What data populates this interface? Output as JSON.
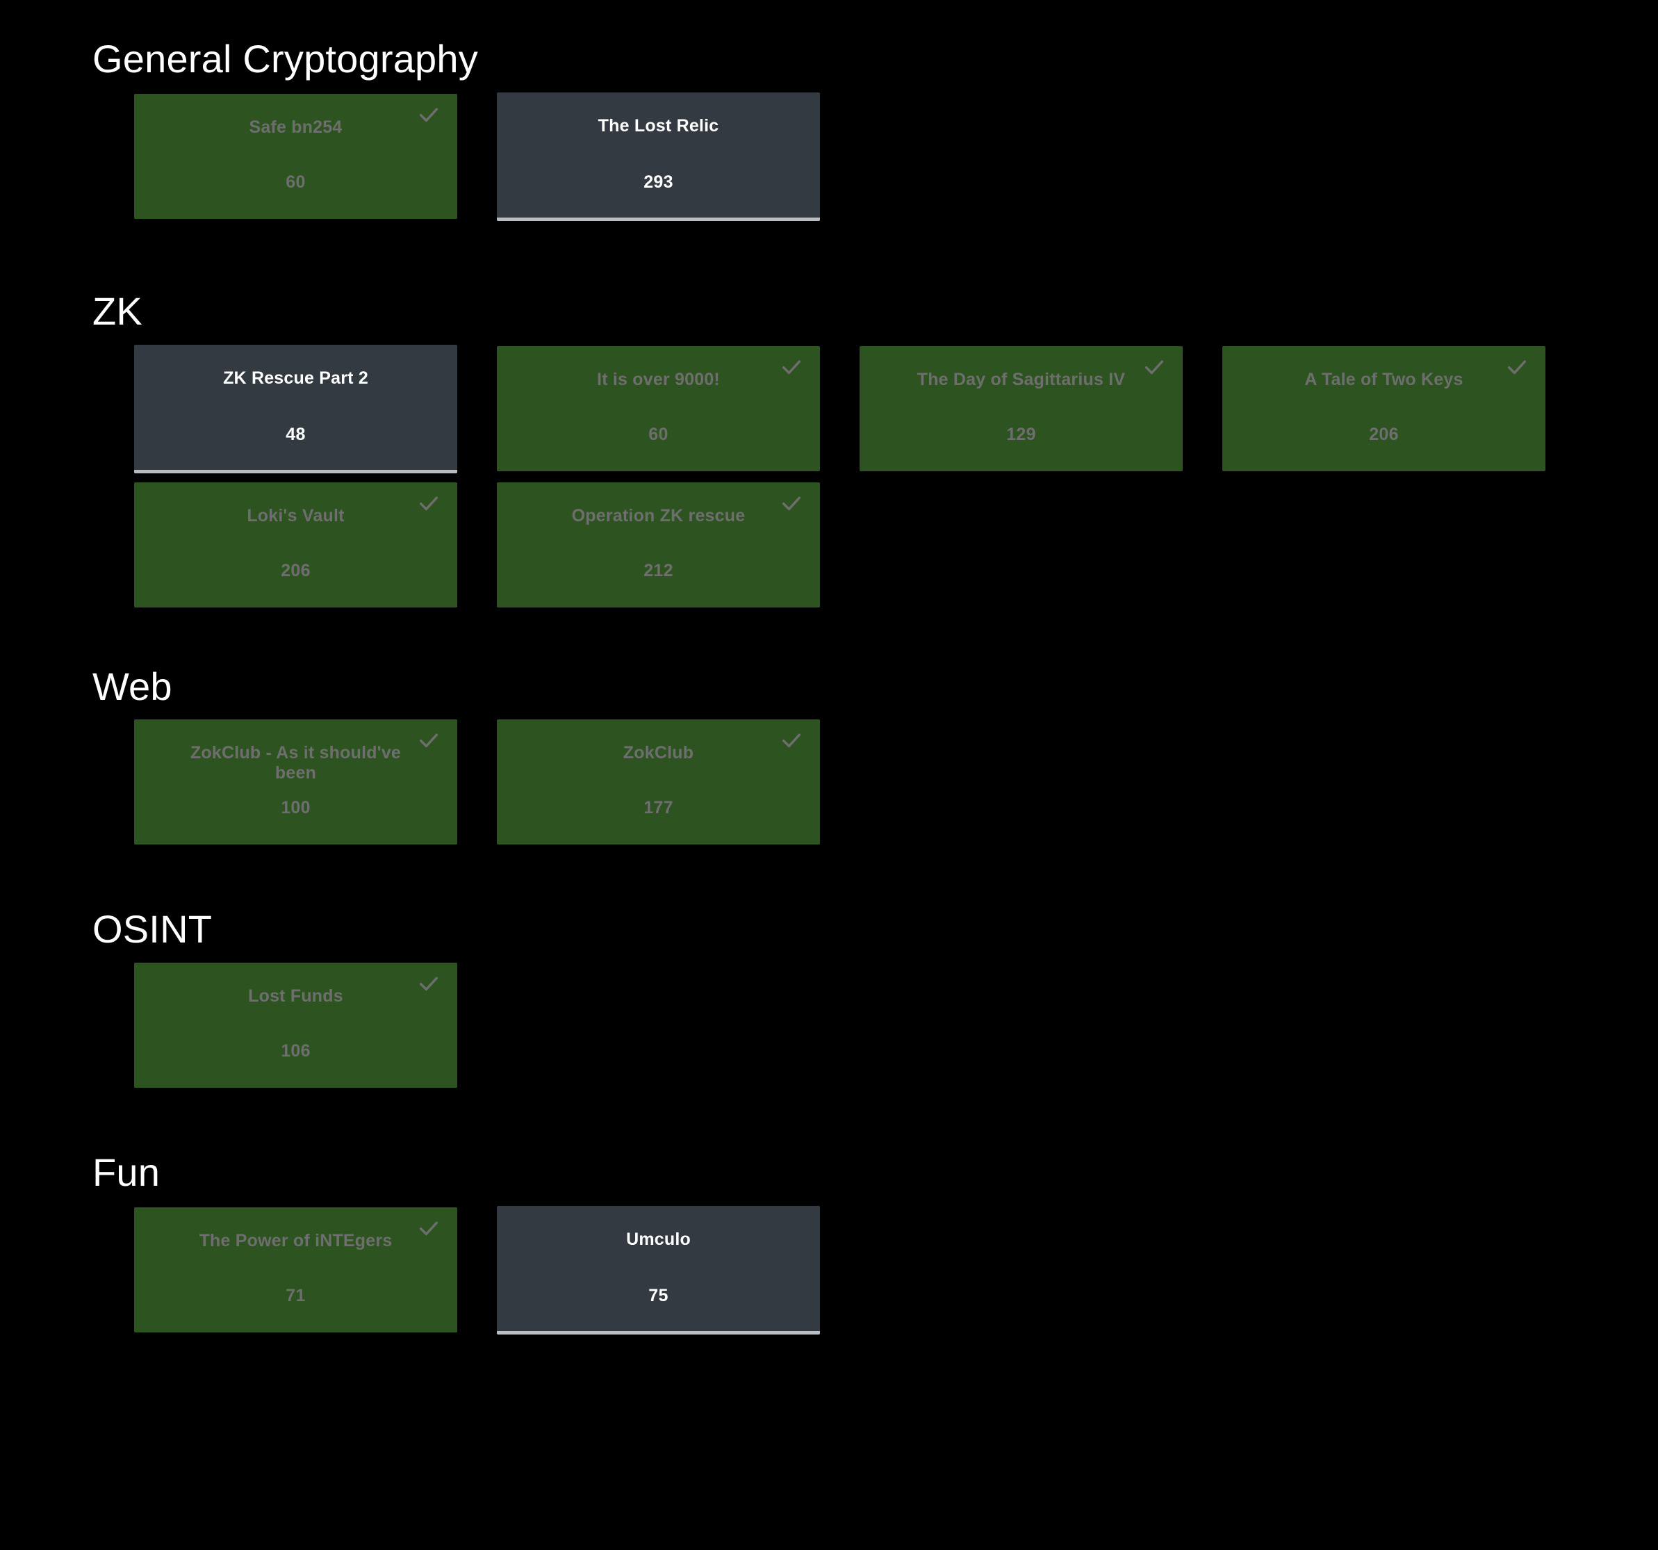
{
  "page": {
    "background": "#000000",
    "solved_color": "#2D5420",
    "unsolved_color": "#343A42",
    "solved_text_color": "#6e6e6e",
    "unsolved_text_color": "#ffffff",
    "heading_color": "#ffffff",
    "check_icon_color": "#6e6e6e"
  },
  "categories": [
    {
      "name": "General Cryptography",
      "challenges": [
        {
          "title": "Safe bn254",
          "points": "60",
          "solved": true,
          "icon": "check-icon"
        },
        {
          "title": "The Lost Relic",
          "points": "293",
          "solved": false,
          "icon": ""
        }
      ]
    },
    {
      "name": "ZK",
      "challenges": [
        {
          "title": "ZK Rescue Part 2",
          "points": "48",
          "solved": false,
          "icon": ""
        },
        {
          "title": "It is over 9000!",
          "points": "60",
          "solved": true,
          "icon": "check-icon"
        },
        {
          "title": "The Day of Sagittarius IV",
          "points": "129",
          "solved": true,
          "icon": "check-icon"
        },
        {
          "title": "A Tale of Two Keys",
          "points": "206",
          "solved": true,
          "icon": "check-icon"
        },
        {
          "title": "Loki's Vault",
          "points": "206",
          "solved": true,
          "icon": "check-icon"
        },
        {
          "title": "Operation ZK rescue",
          "points": "212",
          "solved": true,
          "icon": "check-icon"
        }
      ]
    },
    {
      "name": "Web",
      "challenges": [
        {
          "title": "ZokClub - As it should've been",
          "points": "100",
          "solved": true,
          "icon": "check-icon"
        },
        {
          "title": "ZokClub",
          "points": "177",
          "solved": true,
          "icon": "check-icon"
        }
      ]
    },
    {
      "name": "OSINT",
      "challenges": [
        {
          "title": "Lost Funds",
          "points": "106",
          "solved": true,
          "icon": "check-icon"
        }
      ]
    },
    {
      "name": "Fun",
      "challenges": [
        {
          "title": "The Power of iNTEgers",
          "points": "71",
          "solved": true,
          "icon": "check-icon"
        },
        {
          "title": "Umculo",
          "points": "75",
          "solved": false,
          "icon": ""
        }
      ]
    }
  ]
}
